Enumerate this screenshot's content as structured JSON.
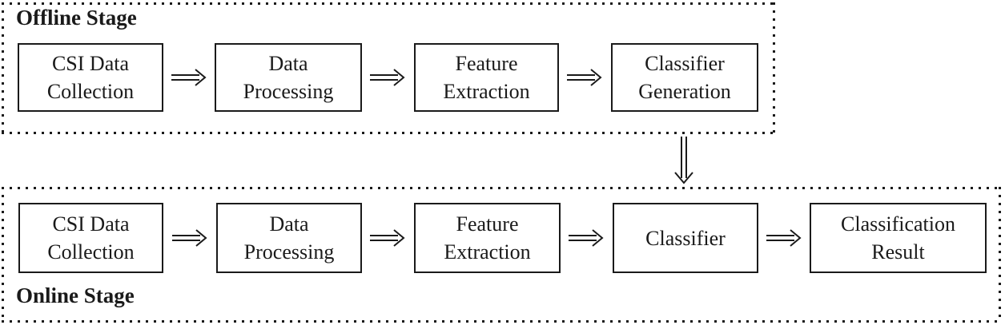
{
  "figure": {
    "background": "#ffffff",
    "ink_color": "#1a1a1a",
    "offline_stage": {
      "label": "Offline Stage",
      "boxes": [
        {
          "line1": "CSI Data",
          "line2": "Collection"
        },
        {
          "line1": "Data",
          "line2": "Processing"
        },
        {
          "line1": "Feature",
          "line2": "Extraction"
        },
        {
          "line1": "Classifier",
          "line2": "Generation"
        }
      ]
    },
    "online_stage": {
      "label": "Online Stage",
      "boxes": [
        {
          "line1": "CSI Data",
          "line2": "Collection"
        },
        {
          "line1": "Data",
          "line2": "Processing"
        },
        {
          "line1": "Feature",
          "line2": "Extraction"
        },
        {
          "line1": "Classifier"
        },
        {
          "line1": "Classification",
          "line2": "Result"
        }
      ]
    },
    "icons": {
      "horizontal_arrow": "double-arrow-right",
      "vertical_arrow": "double-arrow-down"
    }
  }
}
